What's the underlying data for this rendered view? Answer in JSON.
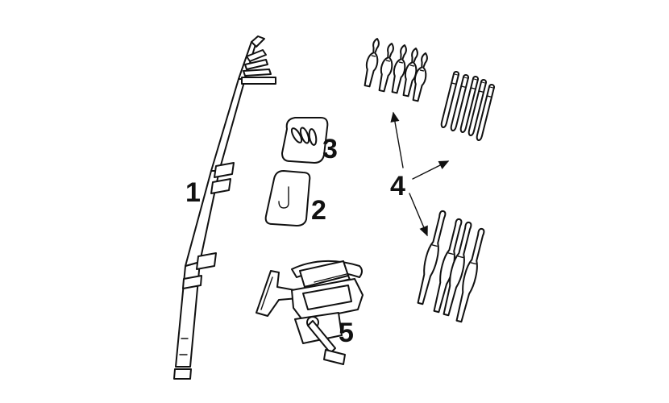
{
  "labels": {
    "rod": "1",
    "hooks": "2",
    "sinkers": "3",
    "floats": "4",
    "reel": "5"
  },
  "colors": {
    "line": "#111111",
    "background": "#ffffff"
  }
}
